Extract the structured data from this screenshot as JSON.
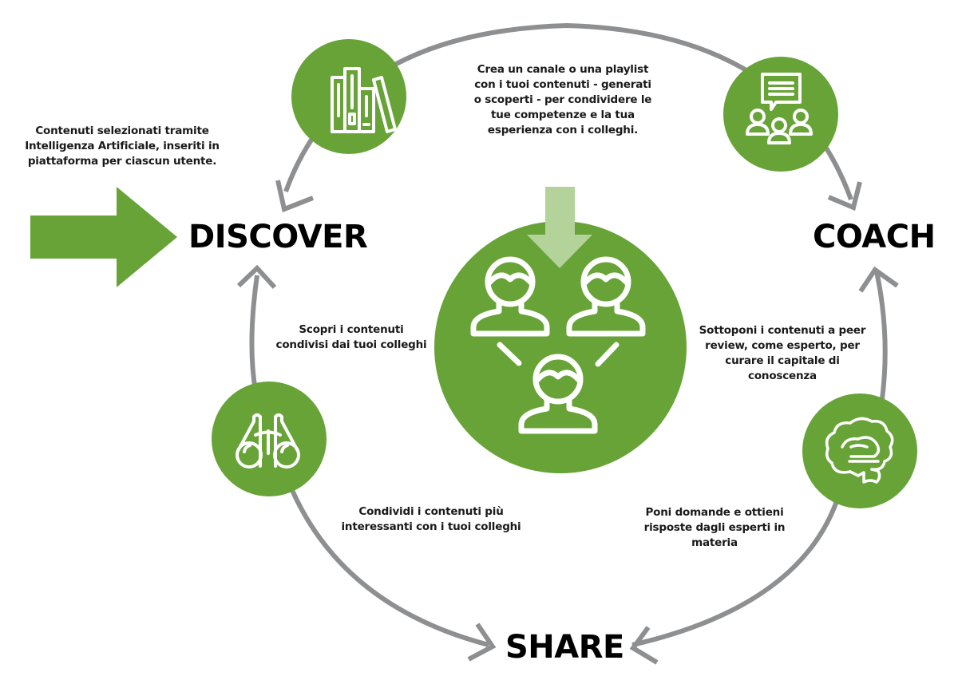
{
  "colors": {
    "green": "#67a337",
    "light_green": "#b3d39b",
    "arc_gray": "#8e8f91",
    "text": "#1a1a1a"
  },
  "stages": {
    "discover": "DISCOVER",
    "coach": "COACH",
    "share": "SHARE"
  },
  "captions": {
    "intro": [
      "Contenuti selezionati tramite",
      "Intelligenza Artificiale, inseriti in",
      "piattaforma per ciascun utente."
    ],
    "top": [
      "Crea un canale o una playlist",
      "con i tuoi contenuti - generati",
      "o scoperti - per condividere le",
      "tue competenze e la tua",
      "esperienza con i colleghi."
    ],
    "left_upper": [
      "Scopri i contenuti",
      "condivisi dai tuoi colleghi"
    ],
    "left_lower": [
      "Condividi i contenuti più",
      "interessanti con i tuoi colleghi"
    ],
    "right_upper": [
      "Sottoponi i contenuti a peer",
      "review, come esperto, per",
      "curare il capitale di",
      "conoscenza"
    ],
    "right_lower": [
      "Poni domande e ottieni",
      "risposte dagli esperti in",
      "materia"
    ]
  },
  "icons": {
    "top_left": "books-icon",
    "top_right": "discussion-group-icon",
    "bottom_left": "binoculars-icon",
    "bottom_right": "brain-icon",
    "center": "people-network-icon",
    "intro_arrow": "arrow-right-icon",
    "center_arrow": "arrow-down-icon"
  }
}
